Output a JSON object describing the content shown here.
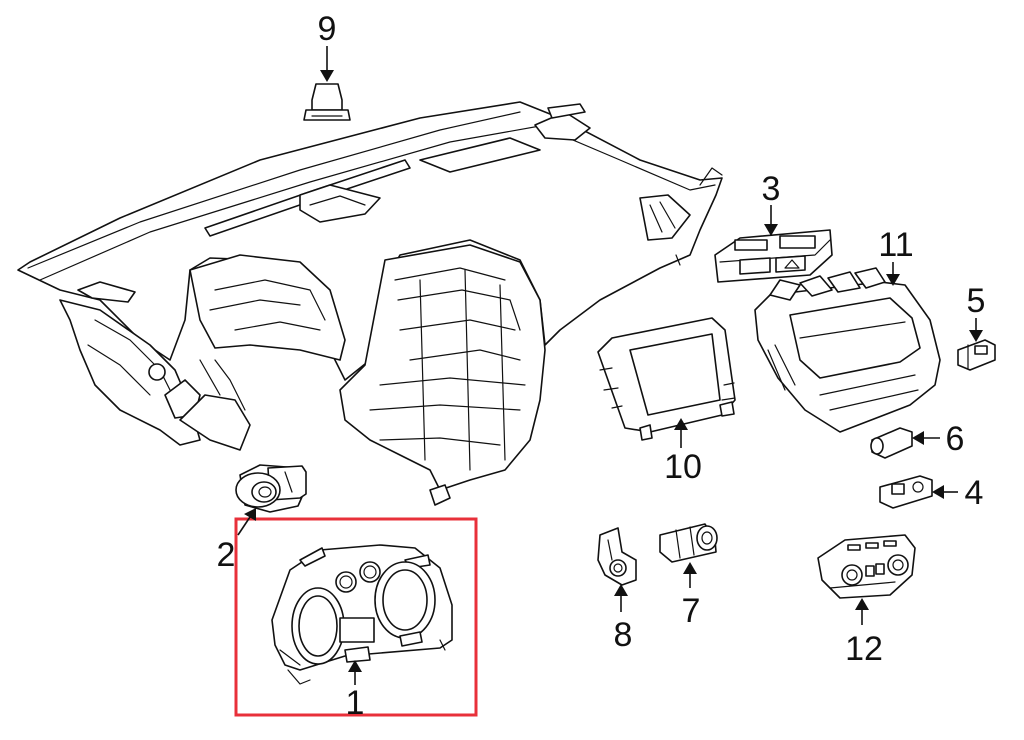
{
  "callouts": {
    "c1": "1",
    "c2": "2",
    "c3": "3",
    "c4": "4",
    "c5": "5",
    "c6": "6",
    "c7": "7",
    "c8": "8",
    "c9": "9",
    "c10": "10",
    "c11": "11",
    "c12": "12"
  },
  "highlighted_part": "1",
  "colors": {
    "highlight": "#e8303a",
    "line": "#111111",
    "background": "#ffffff"
  },
  "icons": {
    "dashboard": "instrument-panel-drawing",
    "cluster": "instrument-cluster-drawing"
  }
}
